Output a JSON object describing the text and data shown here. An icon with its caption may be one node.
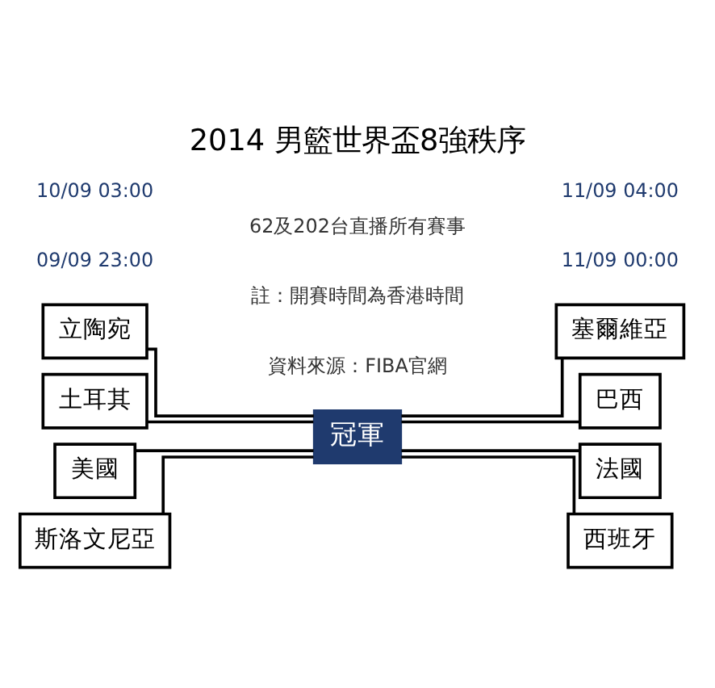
{
  "diagram": {
    "title": "2014 男籃世界盃8強秩序",
    "nodes": [
      {
        "text": [
          "立陶宛"
        ]
      },
      {
        "text": [
          "土耳其"
        ]
      },
      {
        "text": [
          "美國"
        ]
      },
      {
        "text": [
          "斯洛文尼亞"
        ]
      },
      {
        "text": [
          "冠軍"
        ]
      },
      {
        "text": [
          "塞爾維亞"
        ]
      },
      {
        "text": [
          "巴西"
        ]
      },
      {
        "text": [
          "法國"
        ]
      },
      {
        "text": [
          "西班牙"
        ]
      }
    ],
    "edges": [
      {
        "from": 0,
        "to": 4,
        "arrow": "none"
      },
      {
        "from": 1,
        "to": 4,
        "arrow": "none"
      },
      {
        "from": 2,
        "to": 4,
        "arrow": "none"
      },
      {
        "from": 3,
        "to": 4,
        "arrow": "none"
      },
      {
        "from": 4,
        "to": 5,
        "arrow": "none"
      },
      {
        "from": 4,
        "to": 6,
        "arrow": "none"
      },
      {
        "from": 4,
        "to": 7,
        "arrow": "none"
      },
      {
        "from": 4,
        "to": 8,
        "arrow": "none"
      }
    ],
    "labels": [
      "09/09 23:00",
      "11/09 00:00",
      "10/09 03:00",
      "11/09 04:00",
      "資料來源：FIBA官網",
      "註：開賽時間為香港時間",
      "62及202台直播所有賽事"
    ]
  }
}
